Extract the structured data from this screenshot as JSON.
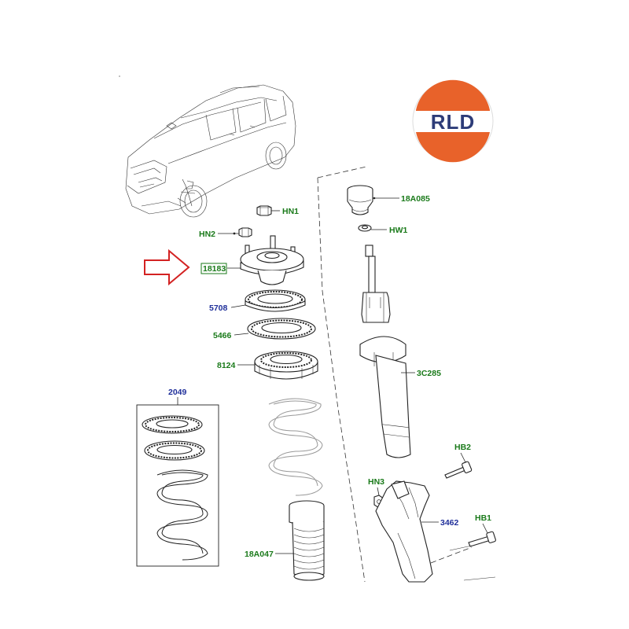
{
  "logo": {
    "text": "RLD",
    "color_top": "#e8622a",
    "color_bottom": "#e8622a",
    "color_text": "#2d3c78"
  },
  "callouts": {
    "hn1": "HN1",
    "hn2": "HN2",
    "p18183": "18183",
    "p5708": "5708",
    "p5466": "5466",
    "p8124": "8124",
    "p2049": "2049",
    "p18a047": "18A047",
    "p18a085": "18A085",
    "hw1": "HW1",
    "p3c285": "3C285",
    "hb2": "HB2",
    "hn3": "HN3",
    "p3462": "3462",
    "hb1": "HB1"
  },
  "colors": {
    "label_green": "#1a7a1a",
    "label_blue": "#1f2f9a",
    "arrow_red": "#d32222"
  }
}
